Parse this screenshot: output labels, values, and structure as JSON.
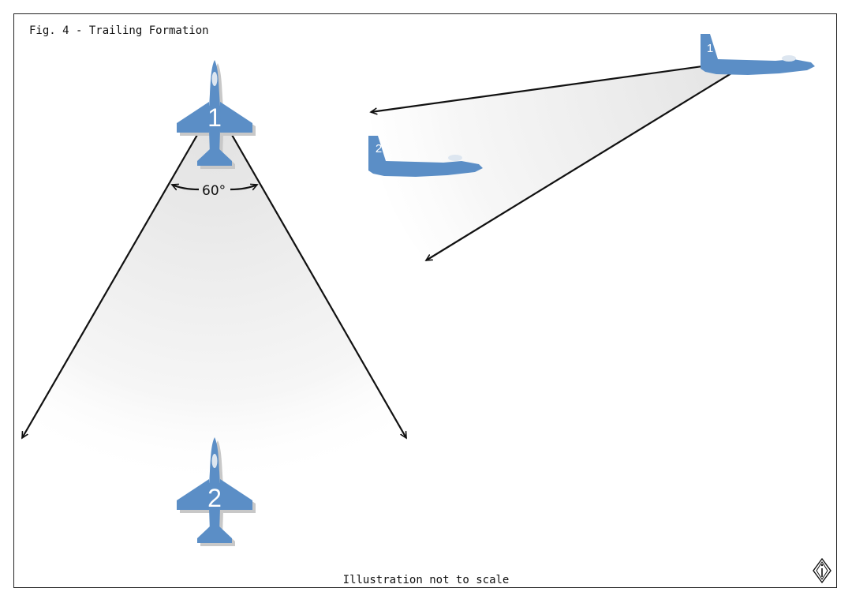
{
  "title": "Fig. 4 - Trailing Formation",
  "footer": "Illustration not to scale",
  "angle_label": "60°",
  "colors": {
    "aircraft": "#5b8ec6",
    "shadow": "#c8c8c8",
    "canopy": "#dde6f0",
    "line": "#111111",
    "cone": "#e6e6e6"
  },
  "aircraft": {
    "top_view_lead": "1",
    "top_view_wing": "2",
    "side_view_lead": "1",
    "side_view_wing": "2"
  },
  "icons": {
    "corner": "compass-diamond-icon"
  }
}
